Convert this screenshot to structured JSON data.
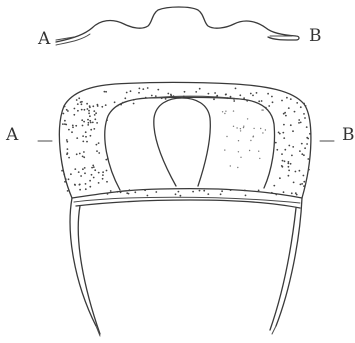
{
  "labels": {
    "section_left": "A",
    "section_right": "B",
    "view_left": "A",
    "view_right": "B"
  }
}
